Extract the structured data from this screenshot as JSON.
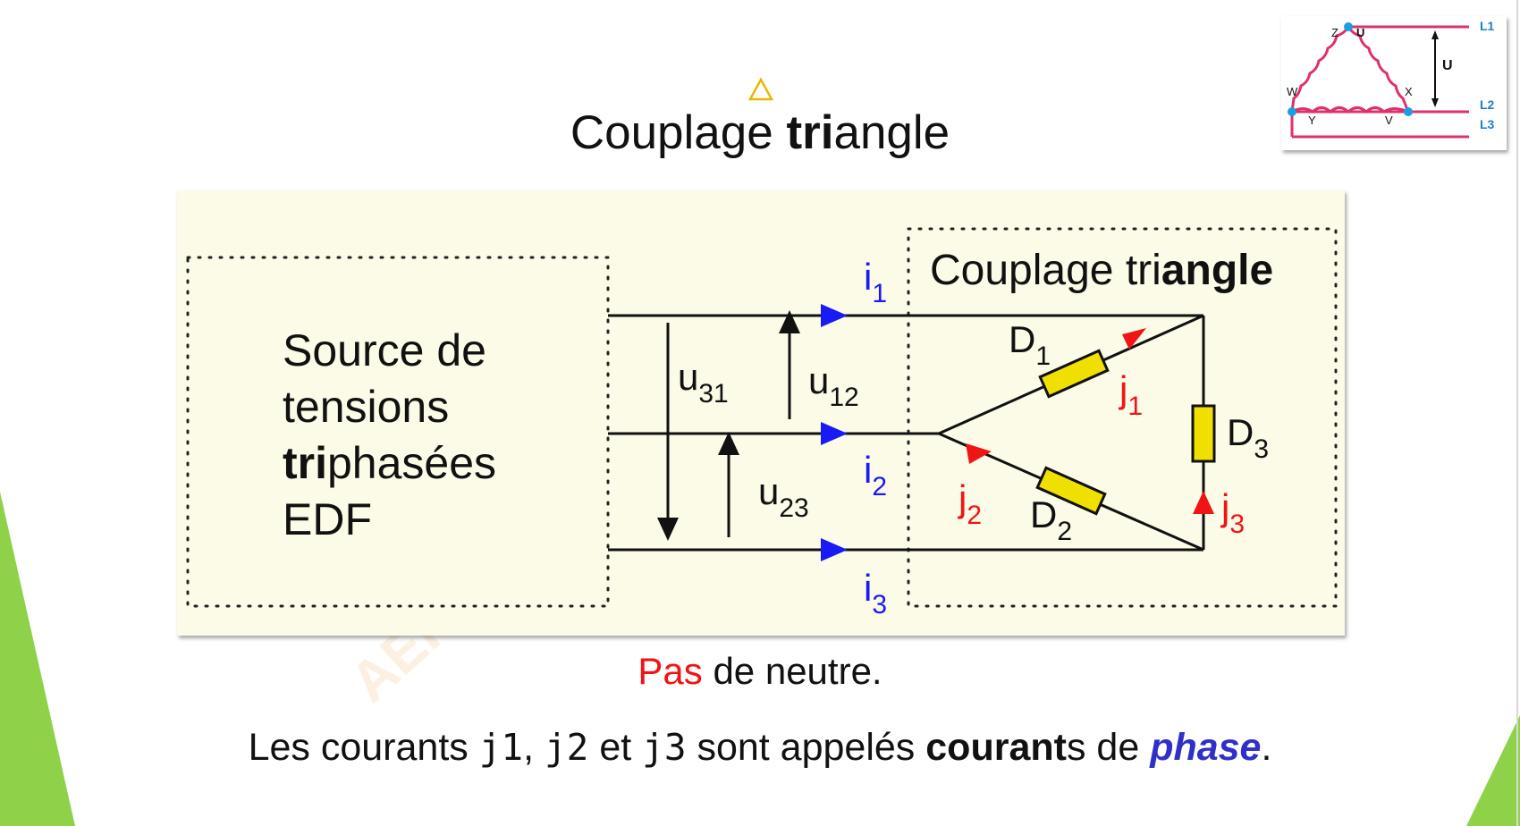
{
  "slide": {
    "title_pre": "Couplage ",
    "title_bold": "tri",
    "title_post": "angle",
    "watermark": "AEI"
  },
  "source": {
    "line1": "Source de",
    "line2": "tensions",
    "line3_bold": "tri",
    "line3_rest": "phasées",
    "line4": "EDF"
  },
  "load": {
    "label_pre": "Couplage tri",
    "label_bold": "angle"
  },
  "labels": {
    "i1": "i",
    "i1_sub": "1",
    "i2": "i",
    "i2_sub": "2",
    "i3": "i",
    "i3_sub": "3",
    "u31": "u",
    "u31_sub": "31",
    "u12": "u",
    "u12_sub": "12",
    "u23": "u",
    "u23_sub": "23",
    "j1": "j",
    "j1_sub": "1",
    "j2": "j",
    "j2_sub": "2",
    "j3": "j",
    "j3_sub": "3",
    "D1": "D",
    "D1_sub": "1",
    "D2": "D",
    "D2_sub": "2",
    "D3": "D",
    "D3_sub": "3"
  },
  "thumbnail": {
    "L1": "L1",
    "L2": "L2",
    "L3": "L3",
    "Z": "Z",
    "U_node": "U",
    "W": "W",
    "X": "X",
    "Y": "Y",
    "V": "V",
    "U_voltage": "U"
  },
  "text": {
    "neutre_red": "Pas",
    "neutre_rest": " de neutre.",
    "courants_1": "Les courants ",
    "j1": "j1",
    "sep1": ", ",
    "j2": "j2",
    "et": " et ",
    "j3": "j3",
    "courants_2": " sont appelés ",
    "courants_bold": "courant",
    "courants_3": "s de ",
    "phase": "phase",
    "end": "."
  },
  "colors": {
    "blue": "#1a1af5",
    "red": "#f01414",
    "resistor_fill": "#f0e000",
    "panel_bg": "#fbfbe8",
    "thumb_pink": "#e0306a",
    "thumb_blue": "#1a7fd0",
    "deco_green": "#8fd24a"
  }
}
